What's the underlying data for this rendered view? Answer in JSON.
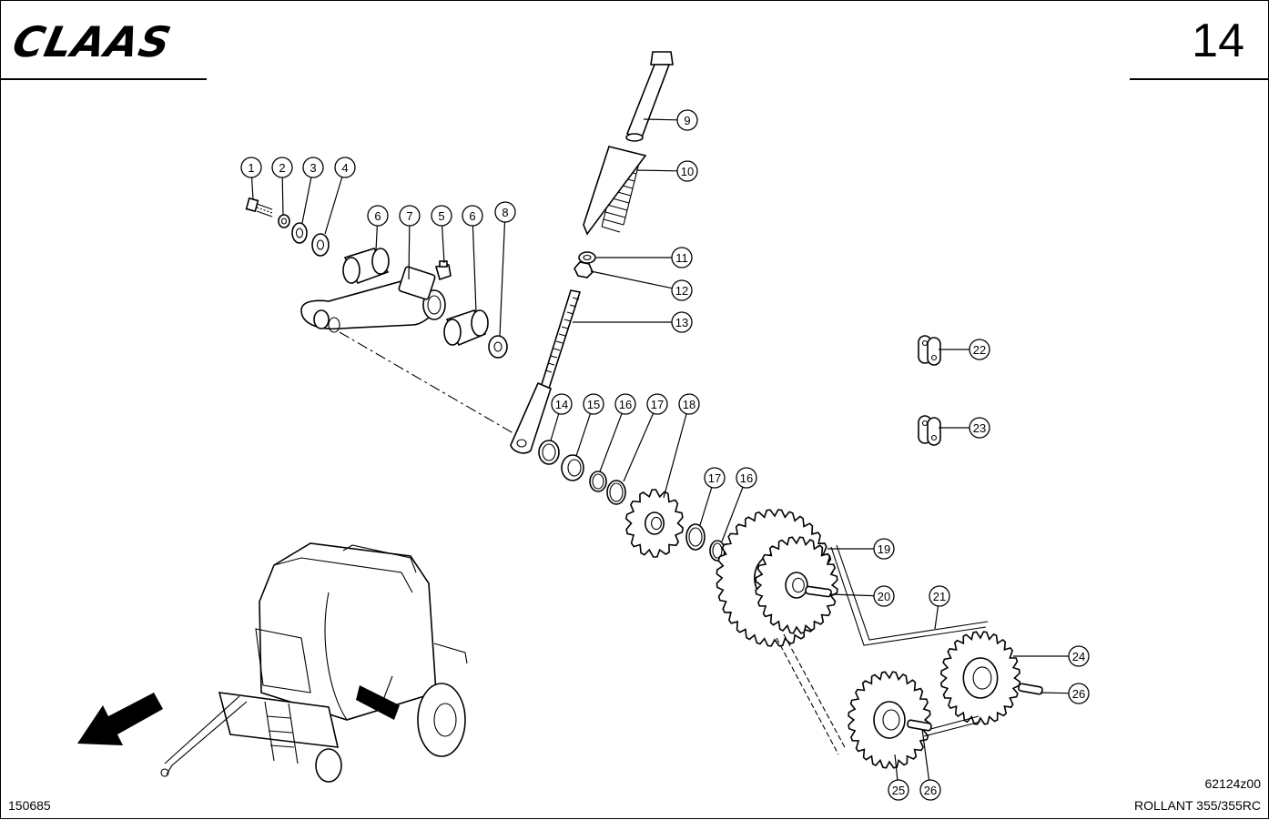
{
  "header": {
    "brand": "CLAAS",
    "page_number": "14"
  },
  "footer": {
    "doc_id": "150685",
    "drawing_code": "62124z00",
    "model": "ROLLANT 355/355RC"
  },
  "callouts": [
    {
      "label": "1"
    },
    {
      "label": "2"
    },
    {
      "label": "3"
    },
    {
      "label": "4"
    },
    {
      "label": "6"
    },
    {
      "label": "7"
    },
    {
      "label": "5"
    },
    {
      "label": "6"
    },
    {
      "label": "8"
    },
    {
      "label": "9"
    },
    {
      "label": "10"
    },
    {
      "label": "11"
    },
    {
      "label": "12"
    },
    {
      "label": "13"
    },
    {
      "label": "14"
    },
    {
      "label": "15"
    },
    {
      "label": "16"
    },
    {
      "label": "17"
    },
    {
      "label": "18"
    },
    {
      "label": "17"
    },
    {
      "label": "16"
    },
    {
      "label": "19"
    },
    {
      "label": "20"
    },
    {
      "label": "21"
    },
    {
      "label": "22"
    },
    {
      "label": "23"
    },
    {
      "label": "24"
    },
    {
      "label": "26"
    },
    {
      "label": "25"
    },
    {
      "label": "26"
    }
  ]
}
